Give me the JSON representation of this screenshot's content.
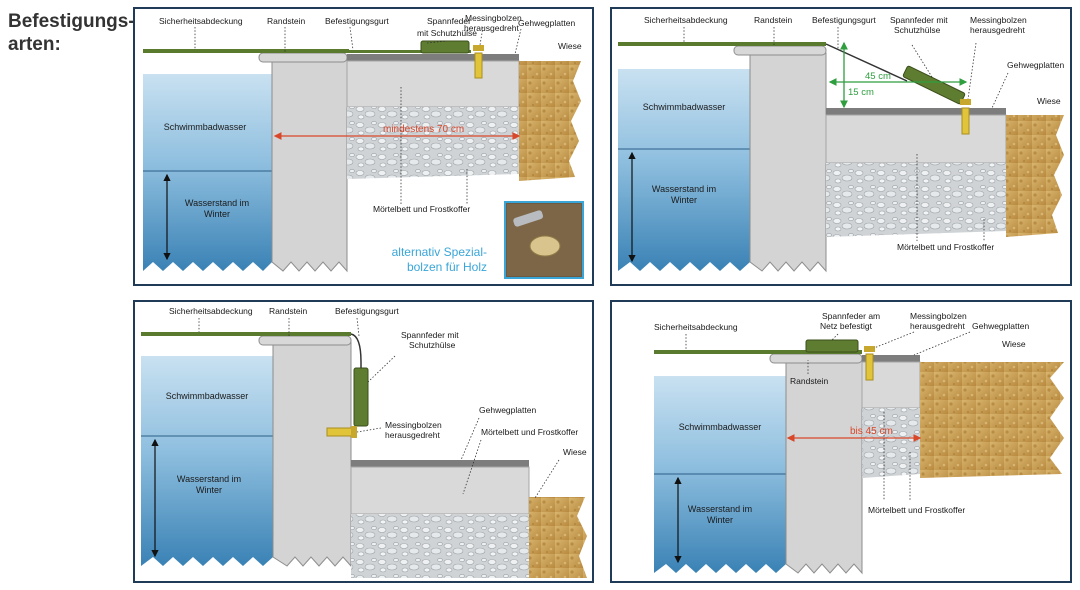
{
  "heading": {
    "line1": "Befestigungs-",
    "line2": "arten:"
  },
  "colors": {
    "frame": "#1f3b57",
    "cover": "#5a7a2e",
    "water_top": "#bcd8ec",
    "water_bottom": "#3f86b8",
    "stone": "#d4d4d4",
    "soil": "#c8a15a",
    "measure_red": "#d9472b",
    "measure_green": "#2e9e3e",
    "bolt": "#e2c43a"
  },
  "panel1": {
    "labels": {
      "cover": "Sicherheitsabdeckung",
      "curb": "Randstein",
      "strap": "Befestigungsgurt",
      "spring_1": "Spannfeder",
      "spring_2": "mit Schutzhülse",
      "bolt_1": "Messingbolzen",
      "bolt_2": "herausgedreht",
      "paving": "Gehwegplatten",
      "lawn": "Wiese",
      "pool_water": "Schwimmbadwasser",
      "winter_1": "Wasserstand im",
      "winter_2": "Winter",
      "measure": "mindestens 70 cm",
      "bed": "Mörtelbett und Frostkoffer",
      "alt_1": "alternativ Spezial-",
      "alt_2": "bolzen für Holz"
    }
  },
  "panel2": {
    "labels": {
      "cover": "Sicherheitsabdeckung",
      "curb": "Randstein",
      "strap": "Befestigungsgurt",
      "spring_1": "Spannfeder mit",
      "spring_2": "Schutzhülse",
      "bolt_1": "Messingbolzen",
      "bolt_2": "herausgedreht",
      "paving": "Gehwegplatten",
      "lawn": "Wiese",
      "pool_water": "Schwimmbadwasser",
      "winter_1": "Wasserstand im",
      "winter_2": "Winter",
      "measure_h": "45 cm",
      "measure_v": "15 cm",
      "bed": "Mörtelbett und Frostkoffer"
    }
  },
  "panel3": {
    "labels": {
      "cover": "Sicherheitsabdeckung",
      "curb": "Randstein",
      "strap": "Befestigungsgurt",
      "spring_1": "Spannfeder mit",
      "spring_2": "Schutzhülse",
      "bolt_1": "Messingbolzen",
      "bolt_2": "herausgedreht",
      "paving": "Gehwegplatten",
      "bed": "Mörtelbett und Frostkoffer",
      "lawn": "Wiese",
      "pool_water": "Schwimmbadwasser",
      "winter_1": "Wasserstand im",
      "winter_2": "Winter"
    }
  },
  "panel4": {
    "labels": {
      "cover": "Sicherheitsabdeckung",
      "spring_1": "Spannfeder am",
      "spring_2": "Netz befestigt",
      "bolt_1": "Messingbolzen",
      "bolt_2": "herausgedreht",
      "paving": "Gehwegplatten",
      "lawn": "Wiese",
      "curb": "Randstein",
      "pool_water": "Schwimmbadwasser",
      "measure": "bis 45 cm",
      "winter_1": "Wasserstand im",
      "winter_2": "Winter",
      "bed": "Mörtelbett und Frostkoffer"
    }
  }
}
